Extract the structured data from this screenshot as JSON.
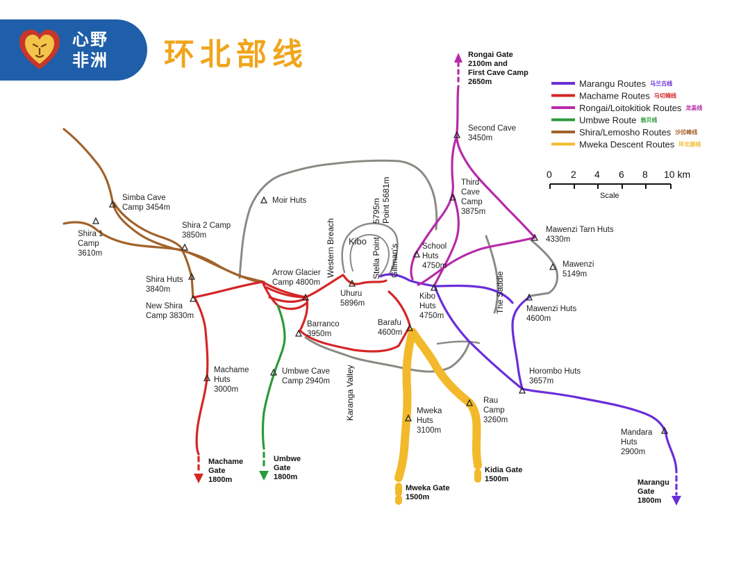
{
  "header": {
    "brand_line1": "心野",
    "brand_line2": "非洲",
    "title": "环北部线"
  },
  "colors": {
    "marangu": "#6a2ed8",
    "machame": "#d42626",
    "rongai": "#b62aa8",
    "umbwe": "#2a9a3a",
    "shira": "#a2622a",
    "mweka": "#f2b92a",
    "crater": "#8a8a84",
    "brand": "#1f5ea8",
    "title": "#f0a51c"
  },
  "legend": [
    {
      "label": "Marangu Routes",
      "zh": "马兰古线",
      "color": "#6a2ed8"
    },
    {
      "label": "Machame Routes",
      "zh": "马切姆线",
      "color": "#d42626"
    },
    {
      "label": "Rongai/Loitokitiok Routes",
      "zh": "龙盖线",
      "color": "#b62aa8"
    },
    {
      "label": "Umbwe Route",
      "zh": "翁贝线",
      "color": "#2a9a3a"
    },
    {
      "label": "Shira/Lemosho Routes",
      "zh": "沙拉峰线",
      "color": "#a2622a"
    },
    {
      "label": "Mweka Descent Routes",
      "zh": "环北部线",
      "color": "#f2b92a"
    }
  ],
  "scale": {
    "ticks": [
      "0",
      "2",
      "4",
      "6",
      "8",
      "10 km"
    ],
    "label": "Scale"
  },
  "places": {
    "rongai_gate": [
      "Rongai Gate",
      "2100m and",
      "First Cave Camp",
      "2650m"
    ],
    "second_cave": [
      "Second Cave",
      "3450m"
    ],
    "third_cave": [
      "Third",
      "Cave",
      "Camp",
      "3875m"
    ],
    "mawenzi_tarn": [
      "Mawenzi Tarn Huts",
      "4330m"
    ],
    "mawenzi": [
      "Mawenzi",
      "5149m"
    ],
    "mawenzi_huts": [
      "Mawenzi Huts",
      "4600m"
    ],
    "horombo": [
      "Horombo Huts",
      "3657m"
    ],
    "mandara": [
      "Mandara",
      "Huts",
      "2900m"
    ],
    "marangu_gate": [
      "Marangu",
      "Gate",
      "1800m"
    ],
    "simba_cave": [
      "Simba Cave",
      "Camp 3454m"
    ],
    "shira1": [
      "Shira 1",
      "Camp",
      "3610m"
    ],
    "shira2": [
      "Shira 2 Camp",
      "3850m"
    ],
    "shira_huts": [
      "Shira Huts",
      "3840m"
    ],
    "new_shira": [
      "New Shira",
      "Camp 3830m"
    ],
    "moir": [
      "Moir Huts"
    ],
    "arrow_glacier": [
      "Arrow Glacier",
      "Camp 4800m"
    ],
    "kibo": [
      "Kibo"
    ],
    "uhuru": [
      "Uhuru",
      "5896m"
    ],
    "school_huts": [
      "School",
      "Huts",
      "4750m"
    ],
    "kibo_huts": [
      "Kibo",
      "Huts",
      "4750m"
    ],
    "barafu": [
      "Barafu",
      "4600m"
    ],
    "barranco": [
      "Barranco",
      "3950m"
    ],
    "machame_huts": [
      "Machame",
      "Huts",
      "3000m"
    ],
    "umbwe_cave": [
      "Umbwe Cave",
      "Camp 2940m"
    ],
    "machame_gate": [
      "Machame",
      "Gate",
      "1800m"
    ],
    "umbwe_gate": [
      "Umbwe",
      "Gate",
      "1800m"
    ],
    "mweka_huts": [
      "Mweka",
      "Huts",
      "3100m"
    ],
    "rau_camp": [
      "Rau",
      "Camp",
      "3260m"
    ],
    "mweka_gate": [
      "Mweka Gate",
      "1500m"
    ],
    "kidia_gate": [
      "Kidia Gate",
      "1500m"
    ]
  },
  "vertical_labels": {
    "western_breach": "Western Breach",
    "stella_point_a": "5795m",
    "stella_point_b": "Stella Point",
    "gillmans_a": "Point 5681m",
    "gillmans_b": "Gillman's",
    "the_saddle": "The Saddle",
    "karanga_valley": "Karanga Valley"
  }
}
